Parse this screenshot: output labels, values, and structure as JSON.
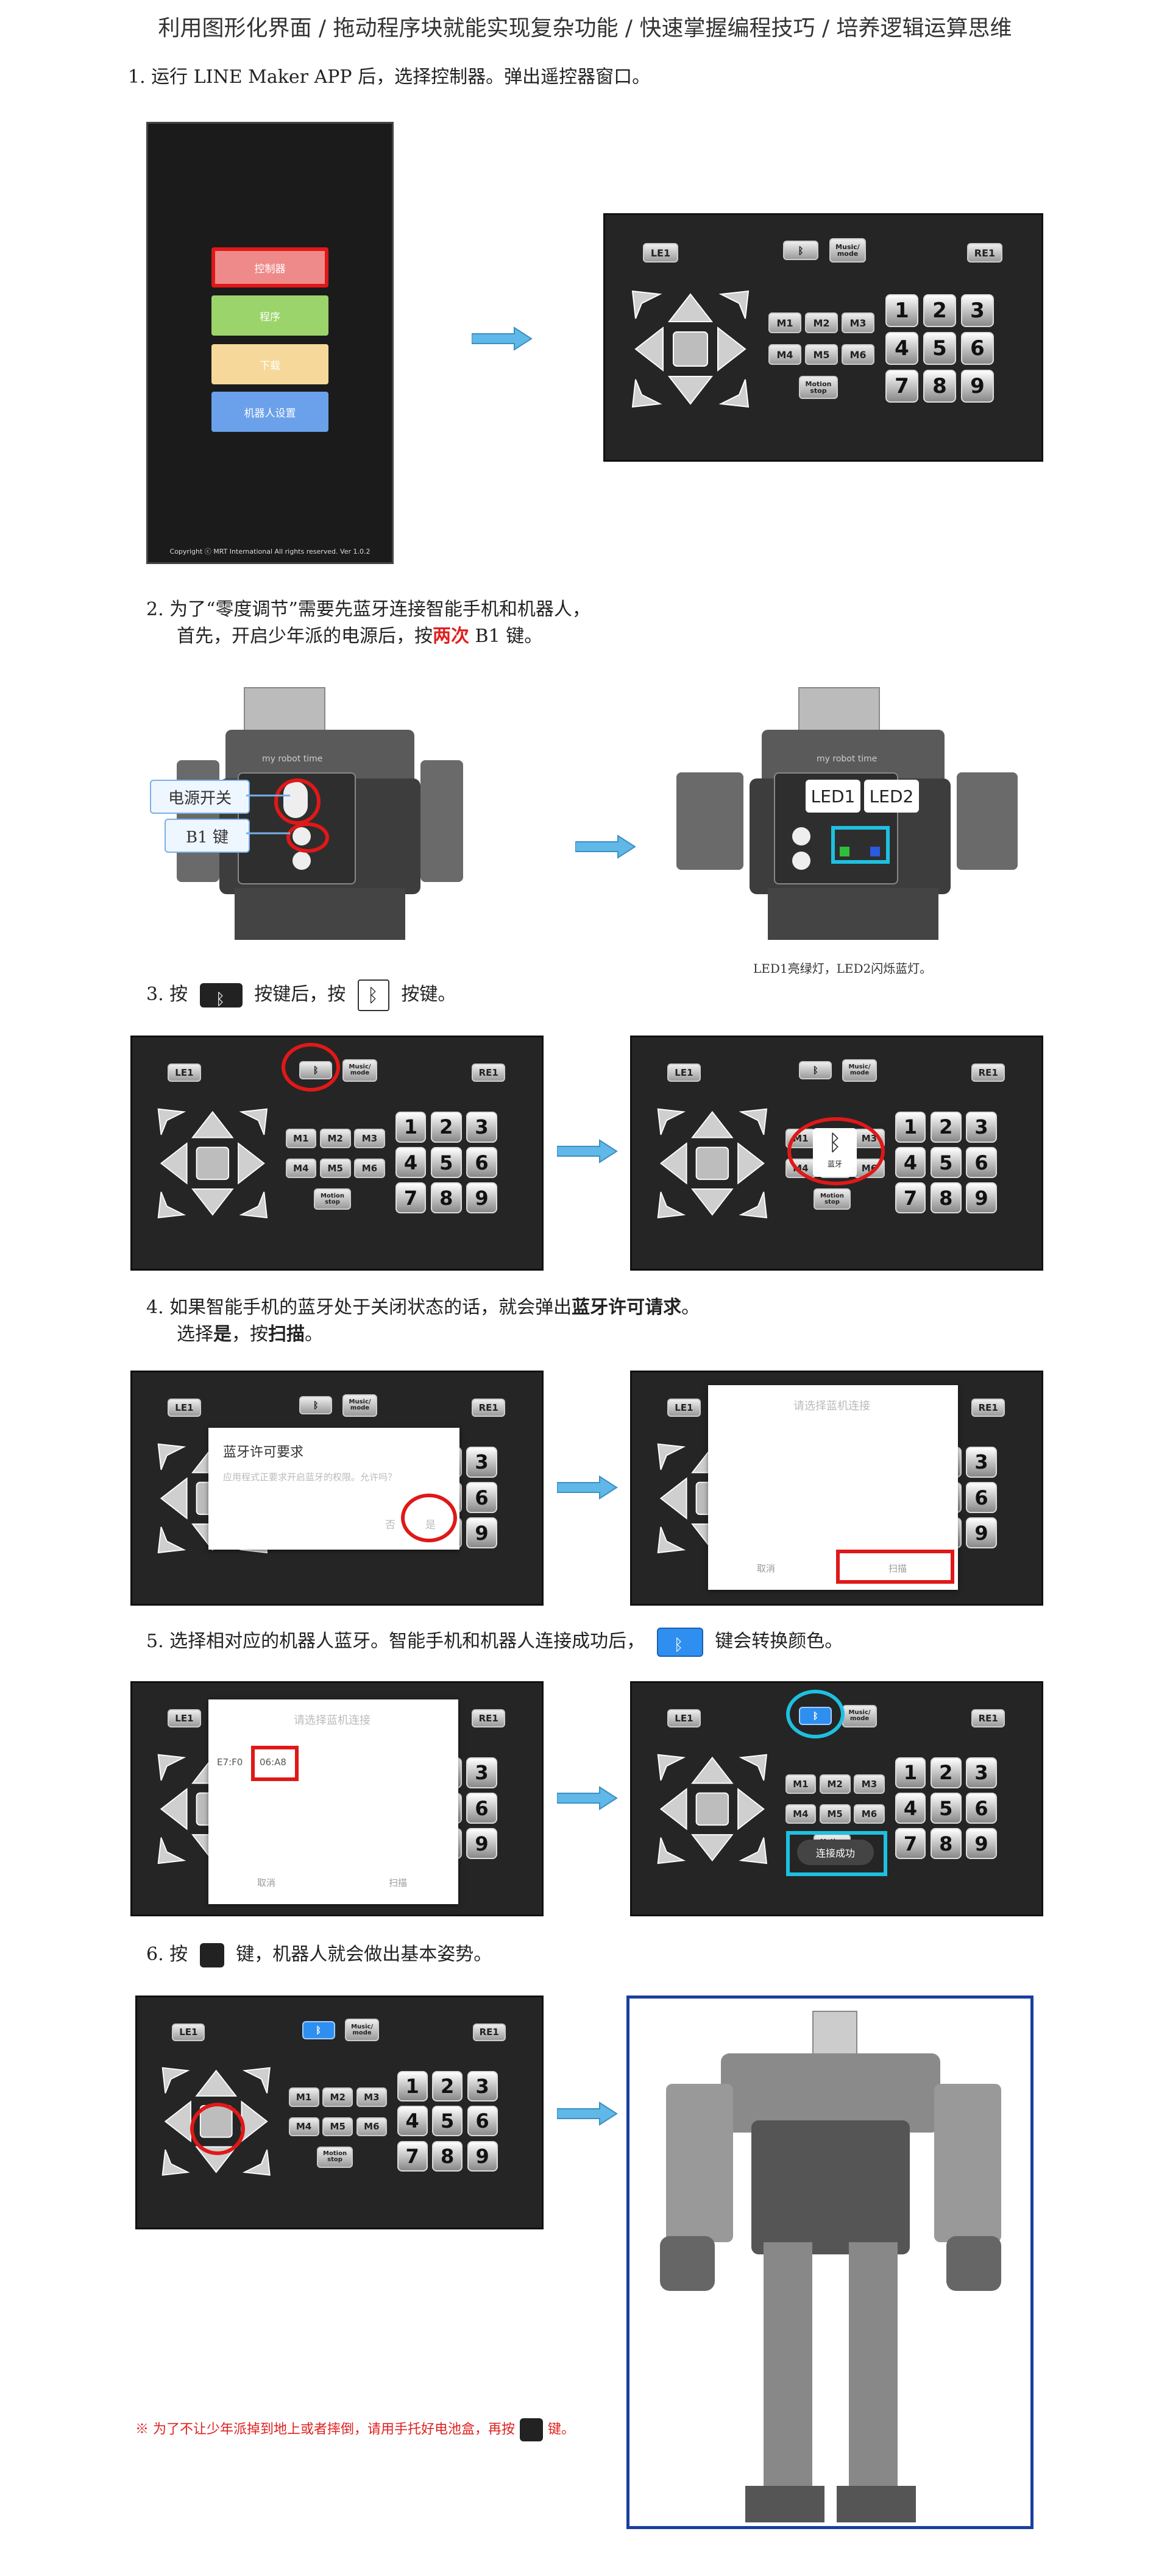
{
  "header": "利用图形化界面 / 拖动程序块就能实现复杂功能 / 快速掌握编程技巧 / 培养逻辑运算思维",
  "steps": {
    "s1": "1.  运行 LINE Maker APP 后，选择控制器。弹出遥控器窗口。",
    "s2_line1": "2.  为了“零度调节”需要先蓝牙连接智能手机和机器人，",
    "s2_line2_a": "首先，开启少年派的电源后，按",
    "s2_line2_b": "两次",
    "s2_line2_c": " B1 键。",
    "s3_a": "3.  按",
    "s3_b": "按键后，按",
    "s3_c": "按键。",
    "s4_line1_a": "4.  如果智能手机的蓝牙处于关闭状态的话，就会弹出",
    "s4_line1_b": "蓝牙许可请求",
    "s4_line1_c": "。",
    "s4_line2_a": "选择",
    "s4_line2_b": "是",
    "s4_line2_c": "，按",
    "s4_line2_d": "扫描",
    "s4_line2_e": "。",
    "s5_a": "5.  选择相对应的机器人蓝牙。智能手机和机器人连接成功后，",
    "s5_b": "键会转换颜色。",
    "s6_a": "6.  按",
    "s6_b": "键，机器人就会做出基本姿势。"
  },
  "phone": {
    "menu": [
      "控制器",
      "程序",
      "下载",
      "机器人设置"
    ],
    "menu_colors": [
      "#ef8a8a",
      "#9bd46a",
      "#f6d89a",
      "#6aa1ea"
    ],
    "copyright": "Copyright ⓒ MRT International All rights reserved.   Ver 1.0.2"
  },
  "remote": {
    "le": "LE1",
    "re": "RE1",
    "music": "Music/ mode",
    "m_keys": [
      "M1",
      "M2",
      "M3",
      "M4",
      "M5",
      "M6"
    ],
    "motion": "Motion stop",
    "numbers": [
      "1",
      "2",
      "3",
      "4",
      "5",
      "6",
      "7",
      "8",
      "9"
    ]
  },
  "robot_labels": {
    "power": "电源开关",
    "b1": "B1 键",
    "led1": "LED1",
    "led2": "LED2",
    "brand": "my robot time",
    "caption": "LED1亮绿灯，LED2闪烁蓝灯。"
  },
  "bt_popup": {
    "label": "蓝牙"
  },
  "dialog_perm": {
    "title": "蓝牙许可要求",
    "body": "应用程式正要求开启蓝牙的权限。允许吗？",
    "no": "否",
    "yes": "是"
  },
  "dialog_select": {
    "title": "请选择蓝机连接",
    "cancel": "取消",
    "scan": "扫描",
    "device_a": "E7:F0",
    "device_b": "06:A8"
  },
  "toast_connected": "连接成功",
  "note": "※ 为了不让少年派掉到地上或者摔倒，请用手托好电池盒，再按",
  "note_end": "键。",
  "colors": {
    "red": "#e01818",
    "cyan": "#1ec0e0",
    "arrow": "#5fb8e8",
    "remote_bg": "#252525",
    "bt_active": "#2f8ff0"
  }
}
